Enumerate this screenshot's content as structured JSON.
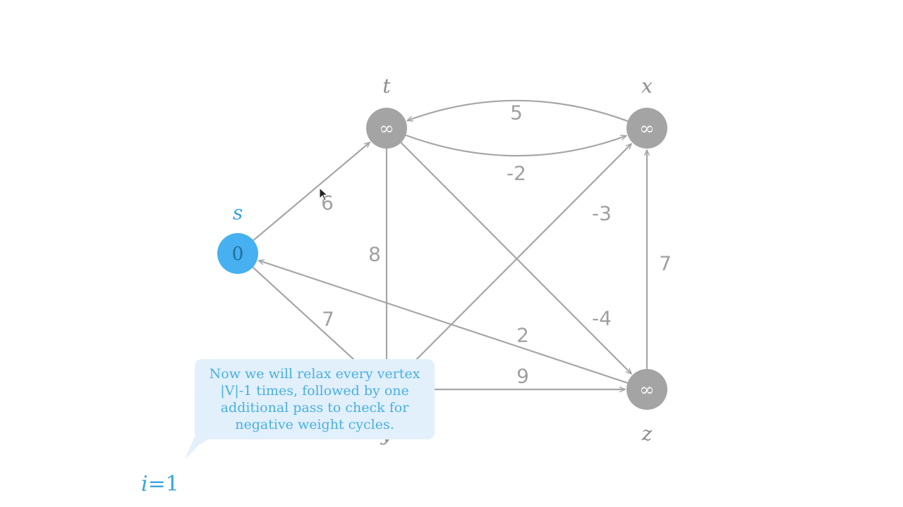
{
  "colors": {
    "edge": "#a6a6a6",
    "node_default": "#a4a4a4",
    "node_source": "#46b0f0",
    "label_default": "#8d8d8d",
    "label_source": "#3aa3e0",
    "value_default": "#f4f4f4",
    "value_source": "#1f6f9e",
    "edge_label": "#a0a0a0"
  },
  "graph": {
    "nodes": [
      {
        "id": "s",
        "label": "s",
        "value": "0",
        "source": true
      },
      {
        "id": "t",
        "label": "t",
        "value": "∞",
        "source": false
      },
      {
        "id": "x",
        "label": "x",
        "value": "∞",
        "source": false
      },
      {
        "id": "y",
        "label": "y",
        "value": "∞",
        "source": false
      },
      {
        "id": "z",
        "label": "z",
        "value": "∞",
        "source": false
      }
    ],
    "edges": [
      {
        "from": "s",
        "to": "t",
        "weight": "6"
      },
      {
        "from": "s",
        "to": "y",
        "weight": "7"
      },
      {
        "from": "t",
        "to": "x",
        "weight": "5"
      },
      {
        "from": "x",
        "to": "t",
        "weight": "-2"
      },
      {
        "from": "t",
        "to": "y",
        "weight": "8"
      },
      {
        "from": "t",
        "to": "z",
        "weight": "-4"
      },
      {
        "from": "y",
        "to": "x",
        "weight": "-3"
      },
      {
        "from": "y",
        "to": "z",
        "weight": "9"
      },
      {
        "from": "z",
        "to": "x",
        "weight": "7"
      },
      {
        "from": "z",
        "to": "s",
        "weight": "2"
      }
    ]
  },
  "bubble": {
    "lines": [
      "Now we will relax every vertex",
      "|V|-1 times, followed by one",
      "additional pass to check for",
      "negative weight cycles."
    ]
  },
  "iteration": {
    "variable": "i",
    "equals": "=",
    "value": "1"
  }
}
